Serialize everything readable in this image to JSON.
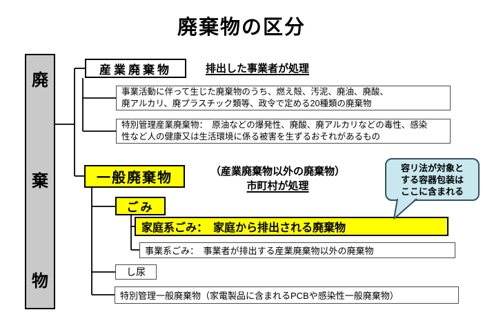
{
  "title": "廃棄物の区分",
  "root": {
    "chars": [
      "廃",
      "棄",
      "物"
    ]
  },
  "industrial": {
    "label": "産業廃棄物",
    "handler": "排出した事業者が処理",
    "desc1_line1": "事業活動に伴って生じた廃棄物のうち、燃え殻、汚泥、廃油、廃酸、",
    "desc1_line2": "廃アルカリ、廃プラスチック類等、政令で定める20種類の廃棄物",
    "desc2_line1": "特別管理産業廃棄物：　原油などの爆発性、廃酸、廃アルカリなどの毒性、感染",
    "desc2_line2": "性など人の健康又は生活環境に係る被害を生ずるおそれがあるもの"
  },
  "general": {
    "label": "一般廃棄物",
    "note_line1": "（産業廃棄物以外の廃棄物）",
    "note_line2": "市町村が処理",
    "gomi_label": "ごみ",
    "household": "家庭系ごみ：　家庭から排出される廃棄物",
    "business": "事業系ごみ：　事業者が排出する産業廃棄物以外の廃棄物",
    "shinyo": "し尿",
    "special": "特別管理一般廃棄物（家電製品に含まれるPCBや感染性一般廃棄物）"
  },
  "callout": {
    "line1": "容リ法が対象と",
    "line2": "する容器包装は",
    "line3": "ここに含まれる"
  },
  "colors": {
    "highlight_yellow": "#ffff00",
    "bar_gray": "#c9c9c9",
    "callout_fill": "#c8e7ee",
    "callout_border": "#33505c",
    "line_black": "#000000"
  }
}
